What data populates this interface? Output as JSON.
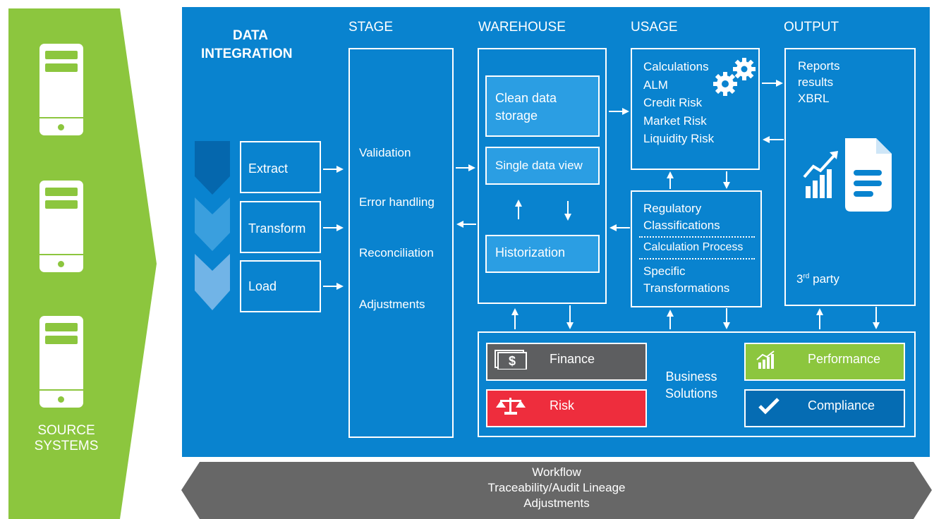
{
  "source": {
    "label_line1": "SOURCE",
    "label_line2": "SYSTEMS"
  },
  "headers": {
    "data_integration_line1": "DATA",
    "data_integration_line2": "INTEGRATION",
    "stage": "STAGE",
    "warehouse": "WAREHOUSE",
    "usage": "USAGE",
    "output": "OUTPUT"
  },
  "etl": [
    "Extract",
    "Transform",
    "Load"
  ],
  "stage_items": [
    "Validation",
    "Error handling",
    "Reconciliation",
    "Adjustments"
  ],
  "warehouse": {
    "clean_line1": "Clean data",
    "clean_line2": "storage",
    "single_view": "Single data view",
    "historization": "Historization"
  },
  "usage": {
    "calc_items": [
      "Calculations",
      "ALM",
      "Credit Risk",
      "Market Risk",
      "Liquidity Risk"
    ],
    "reg_line1": "Regulatory",
    "reg_line2": "Classifications",
    "calc_process": "Calculation Process",
    "spec_line1": "Specific",
    "spec_line2": "Transformations"
  },
  "output": {
    "items": [
      "Reports",
      "results",
      "XBRL"
    ],
    "third_party_sup": "rd",
    "third_party_num": "3",
    "third_party_text": "party"
  },
  "business": {
    "title_line1": "Business",
    "title_line2": "Solutions",
    "finance": "Finance",
    "risk": "Risk",
    "performance": "Performance",
    "compliance": "Compliance"
  },
  "footer": [
    "Workflow",
    "Traceability/Audit Lineage",
    "Adjustments"
  ],
  "colors": {
    "green": "#8cc63e",
    "blue": "#0983cf",
    "light_blue": "#2b9ee3",
    "finance": "#5d5e60",
    "risk": "#ee2d3d",
    "performance": "#8cc63e",
    "compliance": "#056cb3",
    "footer": "#676767"
  }
}
